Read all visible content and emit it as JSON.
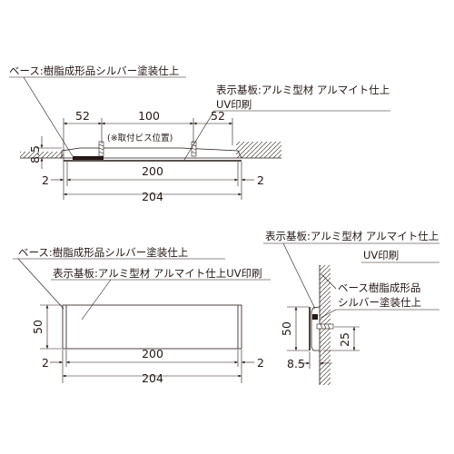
{
  "top_view": {
    "label_base": "ベース:樹脂成形品シルバー塗装仕上",
    "label_plate_1": "表示基板:アルミ型材 アルマイト仕上",
    "label_plate_2": "UV印刷",
    "note_screw": "(※取付ビス位置)",
    "dim_52_left": "52",
    "dim_100": "100",
    "dim_52_right": "52",
    "dim_8_5": "8.5",
    "dim_2_left": "2",
    "dim_200": "200",
    "dim_2_right": "2",
    "dim_204": "204"
  },
  "front_view": {
    "label_base": "ベース:樹脂成形品シルバー塗装仕上",
    "label_plate": "表示基板:アルミ型材 アルマイト仕上UV印刷",
    "dim_50": "50",
    "dim_2_left": "2",
    "dim_200": "200",
    "dim_2_right": "2",
    "dim_204": "204"
  },
  "side_view": {
    "label_plate_1": "表示基板:アルミ型材 アルマイト仕上",
    "label_plate_2": "UV印刷",
    "label_base_1": "ベース樹脂成形品",
    "label_base_2": "シルバー塗装仕上",
    "dim_50": "50",
    "dim_25": "25",
    "dim_8_5": "8.5"
  }
}
